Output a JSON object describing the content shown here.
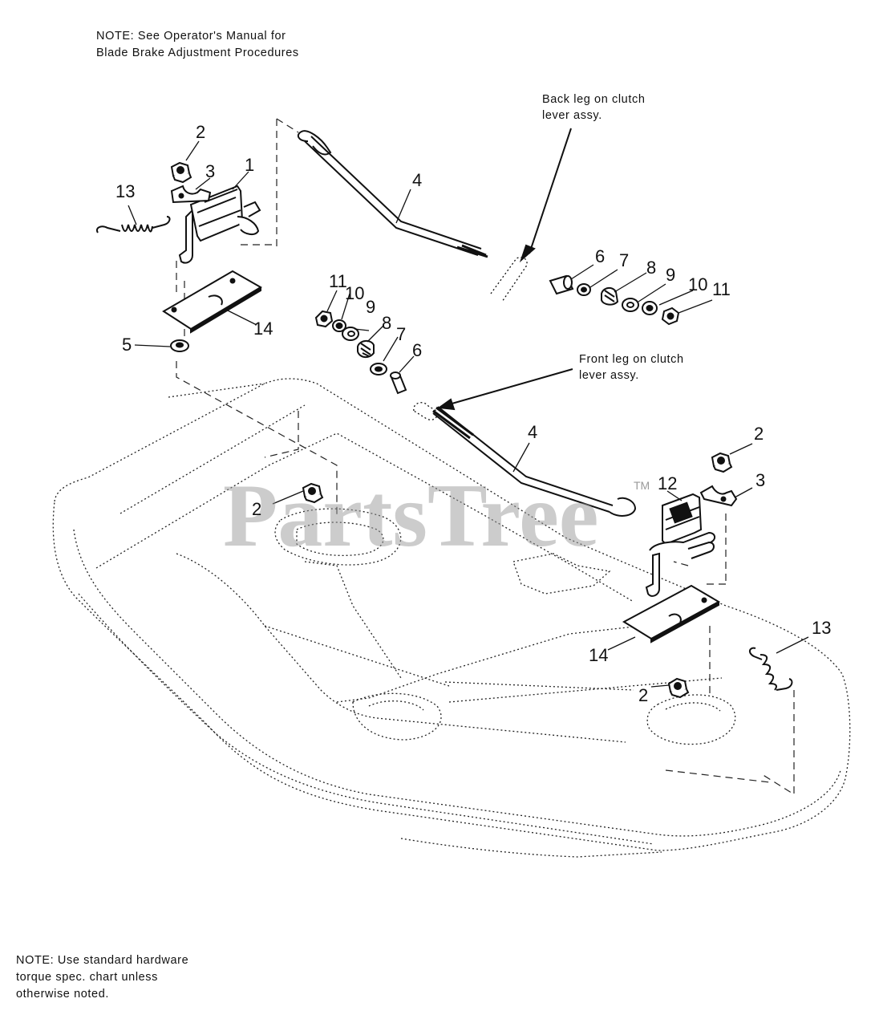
{
  "notes": {
    "top": "NOTE: See Operator's Manual for\nBlade Brake Adjustment Procedures",
    "bottom": "NOTE: Use standard hardware\ntorque spec. chart unless\notherwise noted."
  },
  "callouts": {
    "back_leg": [
      "Back leg on clutch",
      "lever assy."
    ],
    "front_leg": [
      "Front leg on clutch",
      "lever assy."
    ]
  },
  "watermark": {
    "text": "PartsTree",
    "tm": "TM"
  },
  "part_numbers": {
    "p1": "1",
    "p2a": "2",
    "p3a": "3",
    "p13a": "13",
    "p4a": "4",
    "p14a": "14",
    "p5": "5",
    "p11a": "11",
    "p10a": "10",
    "p9a": "9",
    "p8a": "8",
    "p7a": "7",
    "p6a": "6",
    "p6b": "6",
    "p7b": "7",
    "p8b": "8",
    "p9b": "9",
    "p10b": "10",
    "p11b": "11",
    "p4b": "4",
    "p2b": "2",
    "p3b": "3",
    "p12": "12",
    "p2c": "2",
    "p14b": "14",
    "p13b": "13",
    "p2d": "2"
  }
}
